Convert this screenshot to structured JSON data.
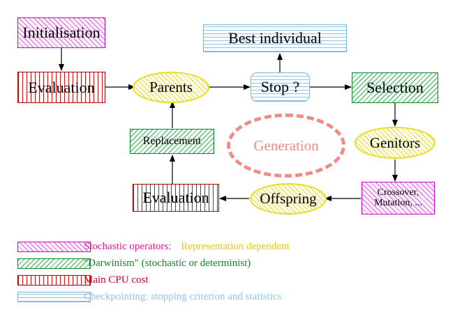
{
  "diagram": {
    "title": "Evolutionary Algorithm Cycle",
    "nodes": {
      "initialisation": {
        "label": "Initialisation",
        "style": "magenta-diagonal-hatch",
        "shape": "rect"
      },
      "evaluation_top": {
        "label": "Evaluation",
        "style": "red-vertical-hatch",
        "shape": "rect"
      },
      "parents": {
        "label": "Parents",
        "style": "yellow-diagonal-hatch",
        "shape": "ellipse"
      },
      "best_individual": {
        "label": "Best individual",
        "style": "blue-horizontal-hatch",
        "shape": "rect"
      },
      "stop": {
        "label": "Stop ?",
        "style": "blue-horizontal-hatch",
        "shape": "rounded-rect"
      },
      "selection": {
        "label": "Selection",
        "style": "green-diagonal-hatch",
        "shape": "rect"
      },
      "genitors": {
        "label": "Genitors",
        "style": "yellow-diagonal-hatch",
        "shape": "ellipse"
      },
      "variation": {
        "label_line1": "Crossover,",
        "label_line2": "Mutation, ...",
        "style": "magenta-diagonal-hatch",
        "shape": "rect"
      },
      "offspring": {
        "label": "Offspring",
        "style": "yellow-diagonal-hatch",
        "shape": "ellipse"
      },
      "evaluation_bottom": {
        "label": "Evaluation",
        "style": "red-vertical-hatch",
        "shape": "rect"
      },
      "replacement": {
        "label": "Replacement",
        "style": "green-diagonal-hatch",
        "shape": "rect"
      },
      "generation": {
        "label": "Generation",
        "style": "salmon-dashed-ellipse",
        "shape": "ellipse"
      }
    }
  },
  "legend": {
    "rows": [
      {
        "swatch": "magenta-diagonal-hatch",
        "text_primary": "Stochastic operators:",
        "text_secondary": "Representation dependent",
        "color_primary": "#e2189a",
        "color_secondary": "#f0c419"
      },
      {
        "swatch": "green-diagonal-hatch",
        "text_primary": "\"Darwinism\" (stochastic or determinist)",
        "text_secondary": "",
        "color_primary": "#0a8a2a",
        "color_secondary": ""
      },
      {
        "swatch": "red-vertical-hatch",
        "text_primary": "Main CPU cost",
        "text_secondary": "",
        "color_primary": "#d0021b",
        "color_secondary": ""
      },
      {
        "swatch": "blue-horizontal-hatch",
        "text_primary": "Checkpointing: stopping criterion and statistics",
        "text_secondary": "",
        "color_primary": "#8fc4e8",
        "color_secondary": ""
      }
    ]
  },
  "colors": {
    "magenta_border": "#cc00cc",
    "green_border": "#0a8a2a",
    "red_border": "#aa0000",
    "blue_border": "#79b4dd",
    "yellow_border": "#e8dc22",
    "salmon": "#ef8b85",
    "arrow": "#000000",
    "background": "#ffffff"
  }
}
